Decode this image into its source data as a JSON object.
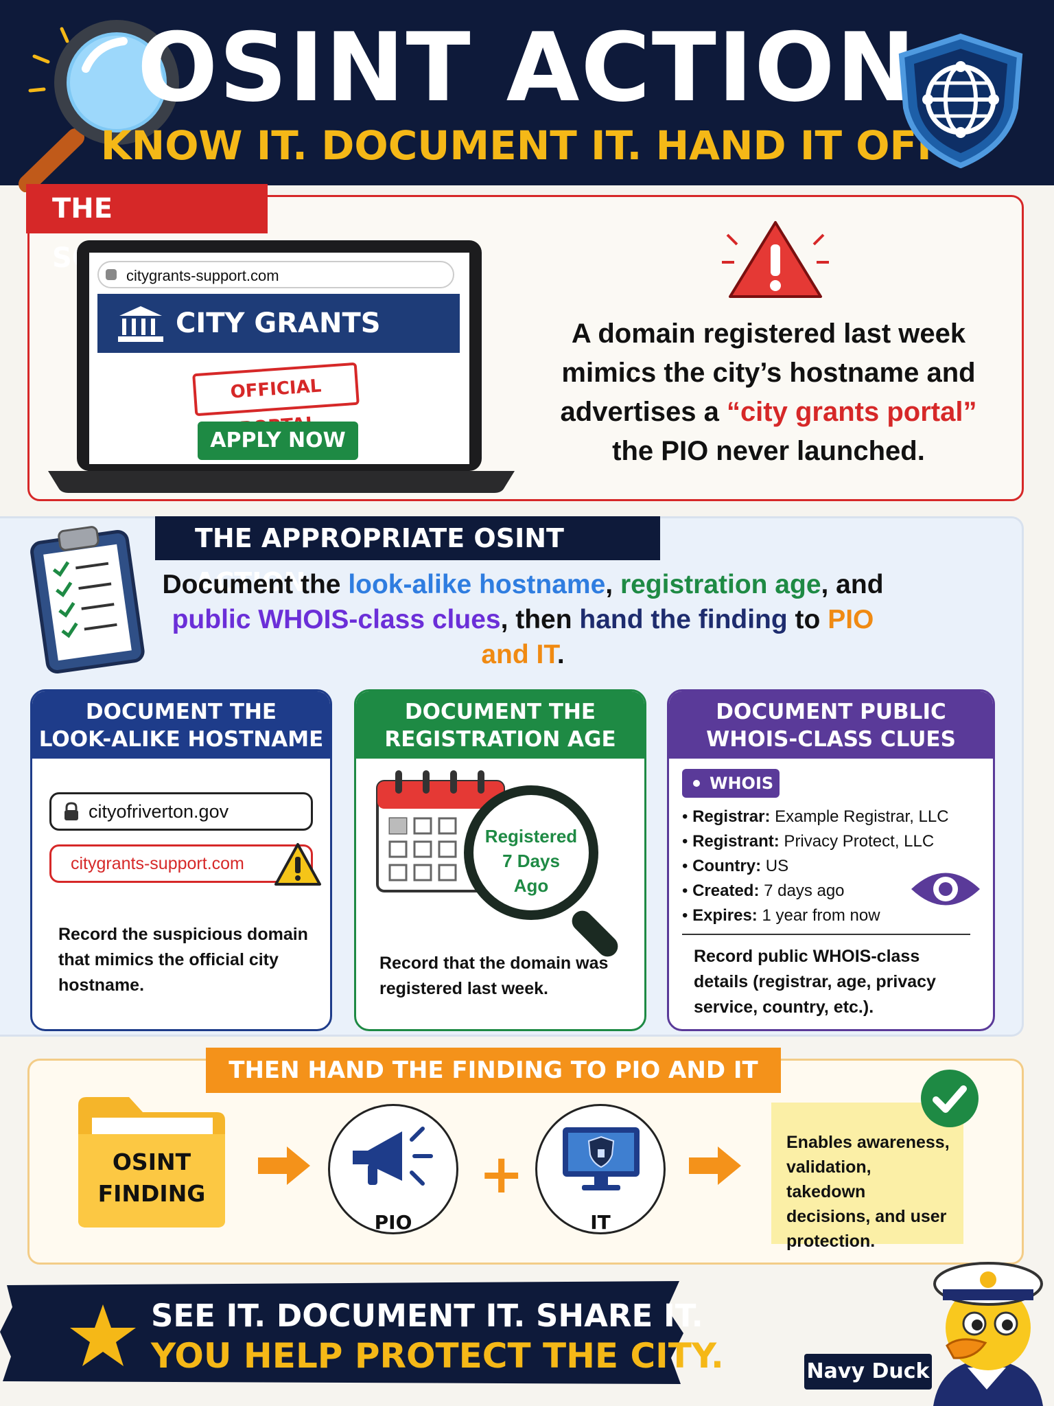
{
  "header": {
    "title": "OSINT ACTION",
    "subtitle": "KNOW IT. DOCUMENT IT. HAND IT OFF."
  },
  "scenario": {
    "tag": "THE SCENARIO",
    "laptop": {
      "url": "citygrants-support.com",
      "portal_title": "CITY GRANTS PORTAL",
      "stamp": "OFFICIAL PORTAL",
      "button": "APPLY NOW"
    },
    "text_part1": "A domain registered last week mimics the city’s hostname and advertises a ",
    "text_highlight": "“city grants portal”",
    "text_part2": " the PIO never launched."
  },
  "action": {
    "tag": "THE APPROPRIATE OSINT ACTION",
    "t1": "Document the ",
    "t2": "look-alike hostname",
    "t3": ", ",
    "t4": "registration age",
    "t5": ", and ",
    "t6": "public WHOIS-class clues",
    "t7": ", then ",
    "t8": "hand the finding",
    "t9": " to ",
    "t10": "PIO and IT",
    "t11": "."
  },
  "cards": {
    "hostname": {
      "title_l1": "DOCUMENT THE",
      "title_l2": "LOOK-ALIKE HOSTNAME",
      "official": "cityofriverton.gov",
      "suspicious": "citygrants-support.com",
      "caption": "Record the suspicious domain that mimics the official city hostname."
    },
    "registration": {
      "title_l1": "DOCUMENT THE",
      "title_l2": "REGISTRATION AGE",
      "badge_l1": "Registered",
      "badge_l2": "7 Days",
      "badge_l3": "Ago",
      "caption": "Record that the domain was registered last week."
    },
    "whois": {
      "title_l1": "DOCUMENT PUBLIC",
      "title_l2": "WHOIS-CLASS CLUES",
      "chip": "WHOIS",
      "rows": [
        {
          "k": "Registrar:",
          "v": " Example Registrar, LLC"
        },
        {
          "k": "Registrant:",
          "v": " Privacy Protect, LLC"
        },
        {
          "k": "Country:",
          "v": " US"
        },
        {
          "k": "Created:",
          "v": " 7 days ago"
        },
        {
          "k": "Expires:",
          "v": " 1 year from now"
        }
      ],
      "caption": "Record public WHOIS-class details (registrar, age, privacy service, country, etc.)."
    }
  },
  "handoff": {
    "tag": "THEN HAND THE FINDING TO PIO AND IT",
    "folder_l1": "OSINT",
    "folder_l2": "FINDING",
    "pio": "PIO",
    "it": "IT",
    "plus": "+",
    "result": "Enables awareness, validation, takedown decisions, and user protection."
  },
  "footer": {
    "line1": "SEE IT. DOCUMENT IT. SHARE IT.",
    "line2": "YOU HELP PROTECT THE CITY.",
    "mascot": "Navy Duck"
  },
  "colors": {
    "navy": "#0e1a3a",
    "gold": "#f5b817",
    "red": "#d62828",
    "green": "#1e8a44",
    "purple": "#5a3a99",
    "orange": "#f4921a"
  },
  "icons": [
    "magnifier-icon",
    "shield-globe-icon",
    "bank-icon",
    "warning-icon",
    "clipboard-icon",
    "lock-icon",
    "calendar-icon",
    "eye-icon",
    "folder-icon",
    "megaphone-icon",
    "monitor-shield-icon",
    "check-icon",
    "star-icon",
    "duck-mascot"
  ]
}
